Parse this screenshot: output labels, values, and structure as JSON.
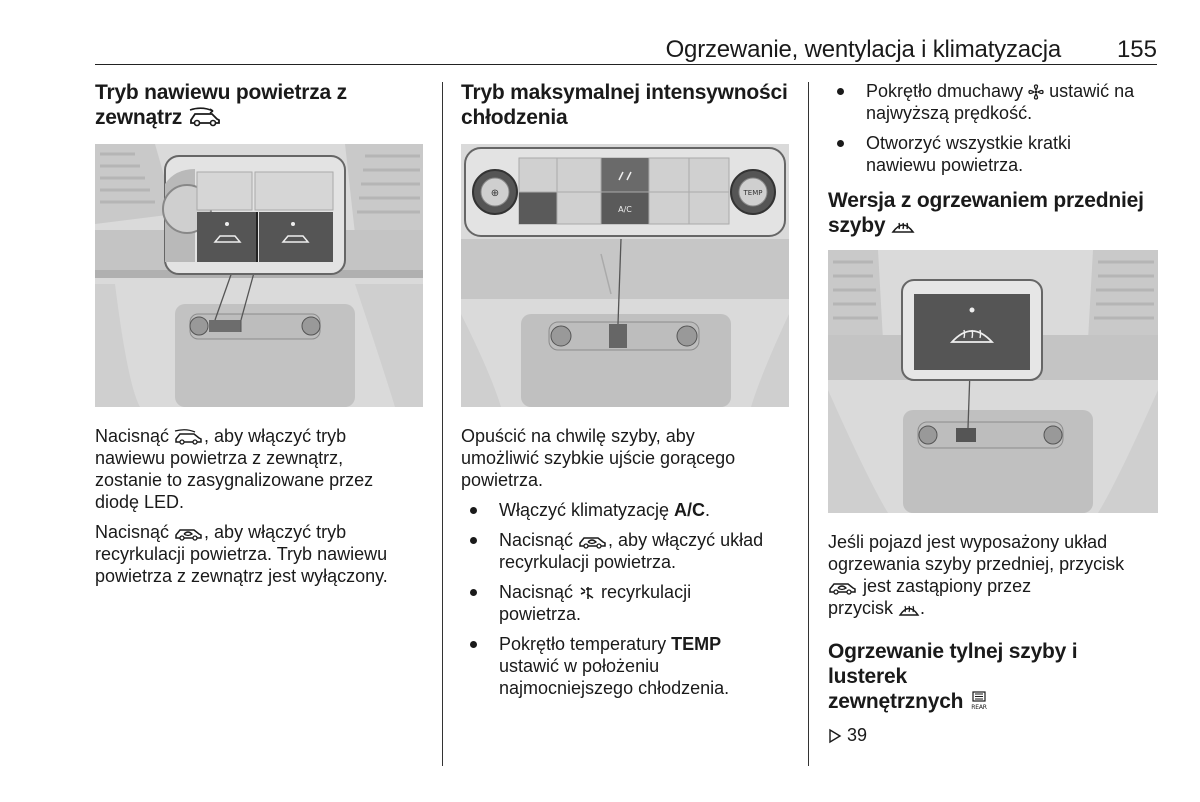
{
  "header": {
    "title": "Ogrzewanie, wentylacja i klimatyzacja",
    "page_number": "155"
  },
  "col1": {
    "heading_line1": "Tryb nawiewu powietrza z",
    "heading_line2": "zewnątrz",
    "p1_prefix": "Nacisnąć",
    "p1_line1_rest": ", aby włączyć tryb",
    "p1_line2": "nawiewu powietrza z zewnątrz,",
    "p1_line3": "zostanie to zasygnalizowane przez",
    "p1_line4": "diodę LED.",
    "p2_prefix": "Nacisnąć",
    "p2_line1_rest": ", aby włączyć tryb",
    "p2_line2": "recyrkulacji powietrza. Tryb nawiewu",
    "p2_line3": "powietrza z zewnątrz jest wyłączony."
  },
  "col2": {
    "heading_line1": "Tryb maksymalnej intensywności",
    "heading_line2": "chłodzenia",
    "p1_line1": "Opuścić na chwilę szyby, aby",
    "p1_line2": "umożliwić szybkie ujście gorącego",
    "p1_line3": "powietrza.",
    "b1_text": "Włączyć klimatyzację ",
    "b1_bold": "A/C",
    "b1_end": ".",
    "b2_prefix": "Nacisnąć",
    "b2_rest": ", aby włączyć układ",
    "b2_line2": "recyrkulacji powietrza.",
    "b3_prefix": "Nacisnąć",
    "b3_rest": " recyrkulacji",
    "b3_line2": "powietrza.",
    "b4_text": "Pokrętło temperatury ",
    "b4_bold": "TEMP",
    "b4_line2": "ustawić w położeniu",
    "b4_line3": "najmocniejszego chłodzenia.",
    "panel_ac_label": "A/C",
    "panel_temp_label": "TEMP"
  },
  "col3": {
    "b1_prefix": "Pokrętło dmuchawy",
    "b1_rest": " ustawić na",
    "b1_line2": "najwyższą prędkość.",
    "b2_line1": "Otworzyć wszystkie kratki",
    "b2_line2": "nawiewu powietrza.",
    "heading1_line1": "Wersja z ogrzewaniem przedniej",
    "heading1_line2": "szyby",
    "p1_line1": "Jeśli pojazd jest wyposażony układ",
    "p1_line2": "ogrzewania szyby przedniej, przycisk",
    "p1_line3_rest": " jest zastąpiony przez",
    "p1_line4": "przycisk",
    "p1_line4_end": ".",
    "heading2_line1": "Ogrzewanie tylnej szyby i lusterek",
    "heading2_line2": "zewnętrznych",
    "rear_label": "REAR",
    "ref": "39"
  }
}
